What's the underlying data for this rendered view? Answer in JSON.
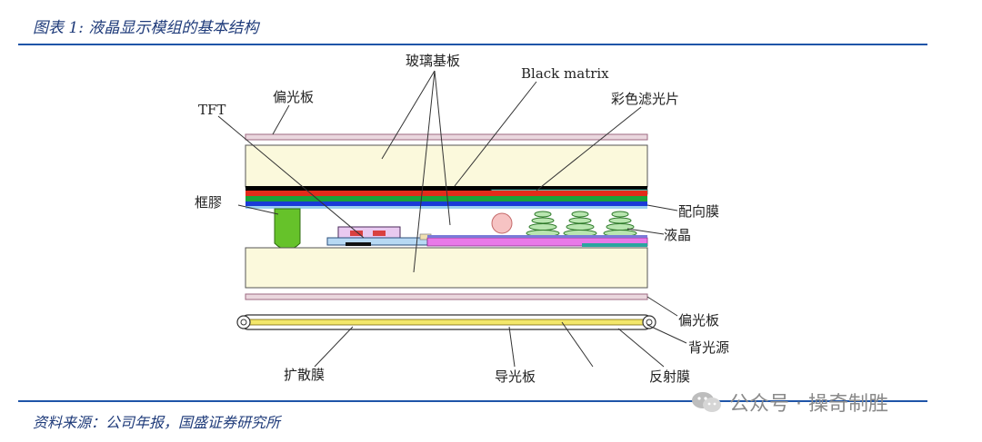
{
  "figure": {
    "title": "图表 1:  液晶显示模组的基本结构",
    "source": "资料来源：公司年报，国盛证券研究所"
  },
  "labels": {
    "glass_substrate": "玻璃基板",
    "black_matrix": "Black matrix",
    "polarizer_top": "偏光板",
    "color_filter": "彩色滤光片",
    "tft": "TFT",
    "sealant": "框膠",
    "alignment_film": "配向膜",
    "liquid_crystal": "液晶",
    "polarizer_bottom": "偏光板",
    "backlight": "背光源",
    "diffuser": "扩散膜",
    "light_guide": "导光板",
    "reflector": "反射膜"
  },
  "watermark": {
    "text": "公众号 · 操奇制胜"
  },
  "colors": {
    "accent": "#1f55a8",
    "glass": "#fbf9dc",
    "black_matrix": "#000000",
    "red_layer": "#e32b1a",
    "green_layer": "#1aa33a",
    "blue_layer": "#1a3bd8",
    "color_filter": "#7fd6c8",
    "sealant": "#5fbf1f",
    "pink_layer": "#e879e8",
    "polarizer": "#c7a0b0"
  }
}
